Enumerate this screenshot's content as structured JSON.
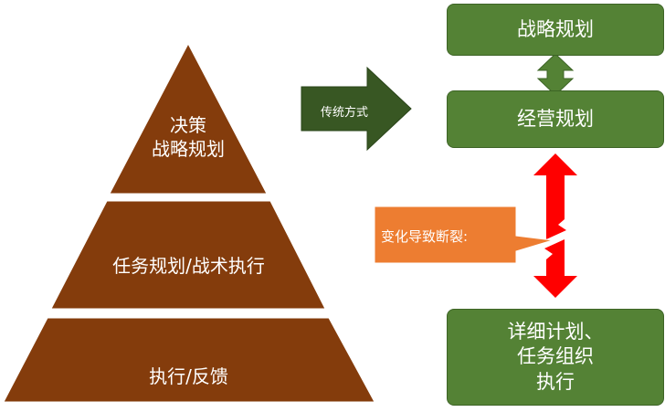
{
  "pyramid": {
    "top": [
      "决策",
      "战略规划"
    ],
    "middle": "任务规划/战术执行",
    "bottom": "执行/反馈"
  },
  "arrow_label": "传统方式",
  "boxes": {
    "strategy": "战略规划",
    "operations": "经营规划",
    "execution": [
      "详细计划、",
      "任务组织",
      "执行"
    ]
  },
  "callout": "变化导致断裂:",
  "colors": {
    "pyramid_fill": "#843C0C",
    "box_fill": "#548235",
    "callout_fill": "#ED7D31",
    "break_arrow": "#FF0000"
  }
}
